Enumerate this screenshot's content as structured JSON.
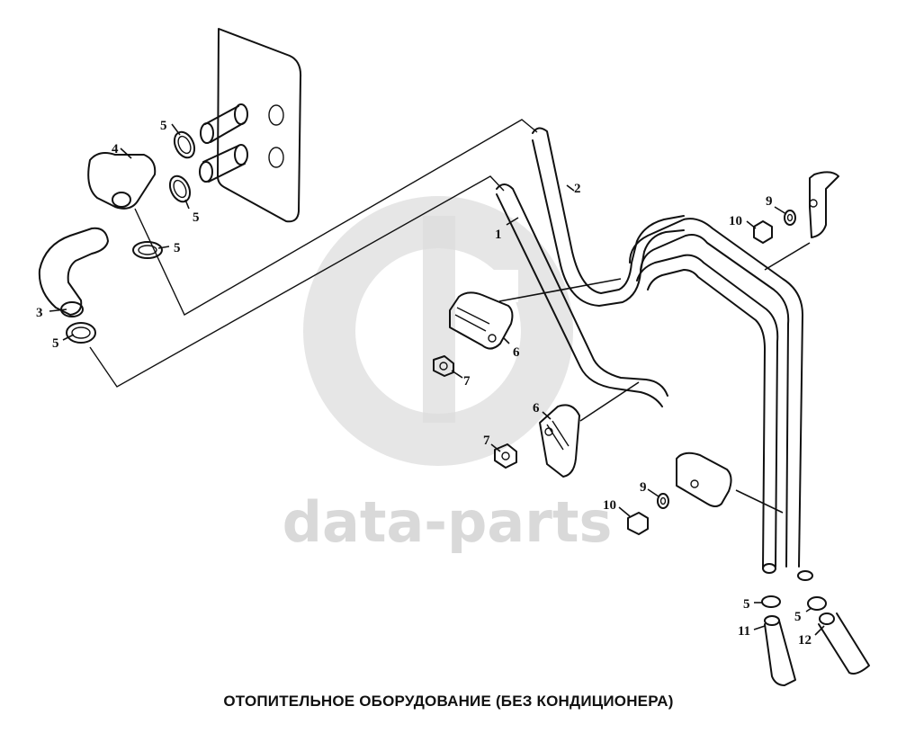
{
  "caption": "ОТОПИТЕЛЬНОЕ ОБОРУДОВАНИЕ (БЕЗ КОНДИЦИОНЕРА)",
  "watermark": {
    "text": "data-parts",
    "color": "#d9d9d9"
  },
  "callouts": {
    "c1": "1",
    "c2": "2",
    "c3": "3",
    "c4": "4",
    "c5a": "5",
    "c5b": "5",
    "c5c": "5",
    "c5d": "5",
    "c5e": "5",
    "c5f": "5",
    "c6a": "6",
    "c6b": "6",
    "c7a": "7",
    "c7b": "7",
    "c9a": "9",
    "c9b": "9",
    "c10a": "10",
    "c10b": "10",
    "c11": "11",
    "c12": "12"
  }
}
